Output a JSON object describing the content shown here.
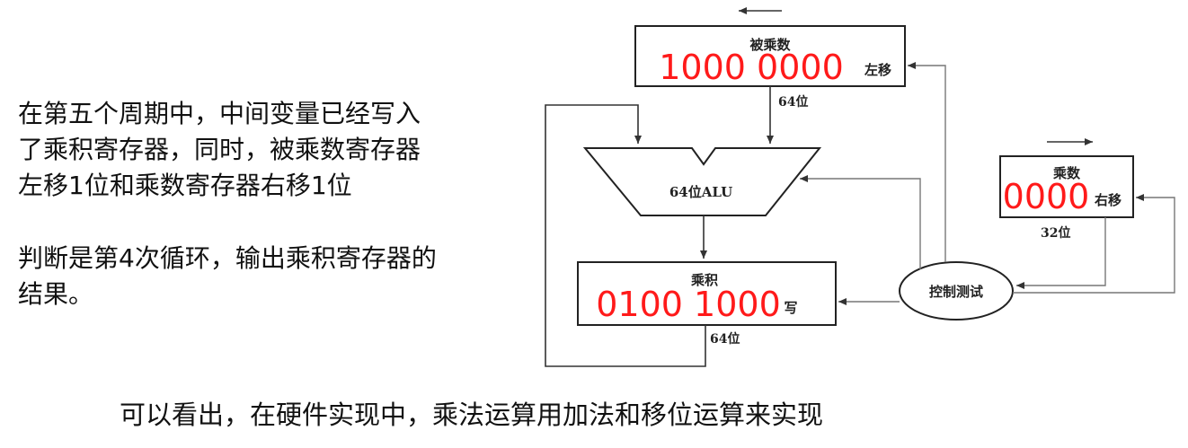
{
  "explanation": {
    "paragraph1": "在第五个周期中，中间变量已经写入\n了乘积寄存器，同时，被乘数寄存器\n左移1位和乘数寄存器右移1位",
    "paragraph2": "判断是第4次循环，输出乘积寄存器的\n结果。"
  },
  "conclusion": "可以看出，在硬件实现中，乘法运算用加法和移位运算来实现",
  "diagram": {
    "multiplicand": {
      "label": "被乘数",
      "value": "1000 0000",
      "action": "左移",
      "width": "64位"
    },
    "alu": {
      "label": "64位ALU"
    },
    "product": {
      "label": "乘积",
      "value": "0100 1000",
      "action": "写",
      "width": "64位"
    },
    "multiplier": {
      "label": "乘数",
      "value": "0000",
      "action": "右移",
      "width": "32位"
    },
    "control": {
      "label": "控制测试"
    }
  },
  "colors": {
    "annotation": "#ff1a1a",
    "line": "#333333"
  }
}
